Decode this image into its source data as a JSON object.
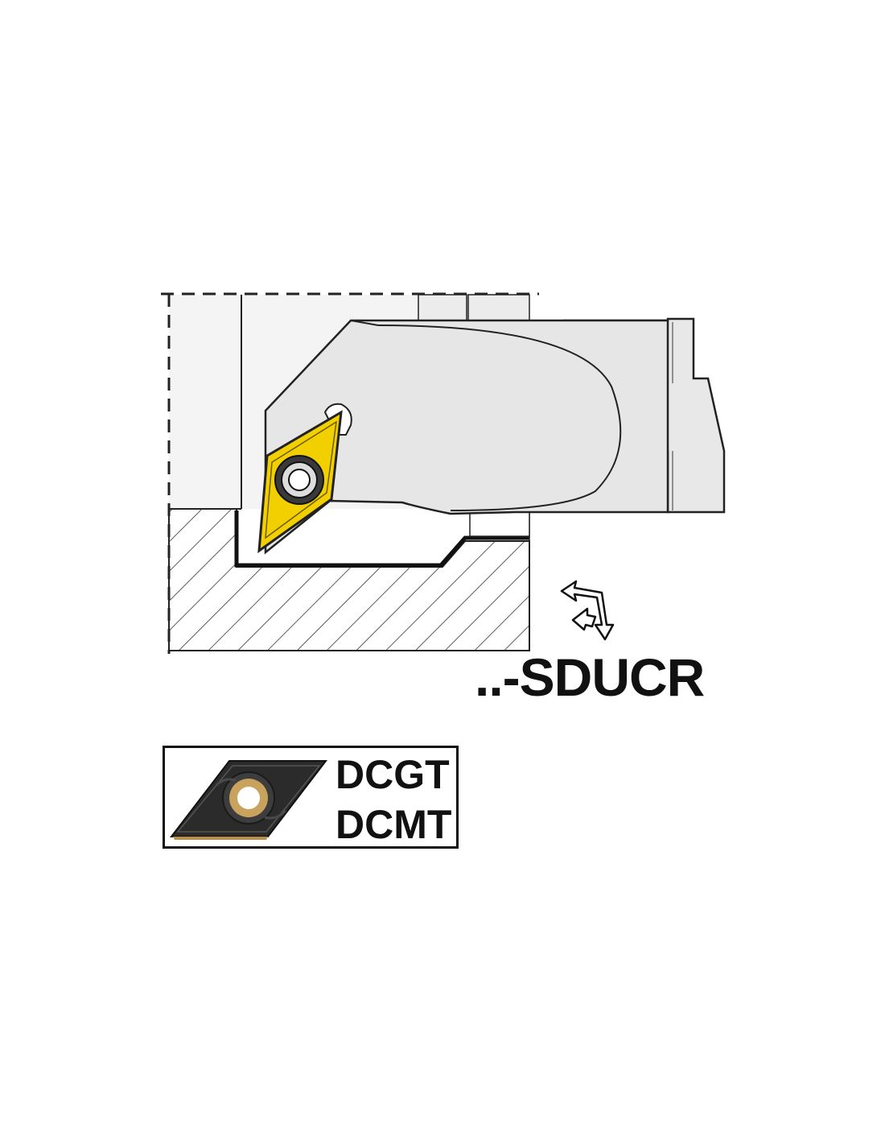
{
  "diagram": {
    "model_code": "..-SDUCR",
    "insert_codes": [
      "DCGT",
      "DCMT"
    ],
    "colors": {
      "holder_body": "#e6e6e6",
      "holder_outline": "#222222",
      "insert_yellow": "#f2d000",
      "insert_dark": "#2b2b2b",
      "insert_gold": "#b8904a",
      "workpiece_hatch": "#333333"
    },
    "icons": {
      "feed_direction": "feed-direction-arrows-icon",
      "carbide_insert": "carbide-insert-icon",
      "insert_screw": "insert-screw-icon"
    }
  }
}
